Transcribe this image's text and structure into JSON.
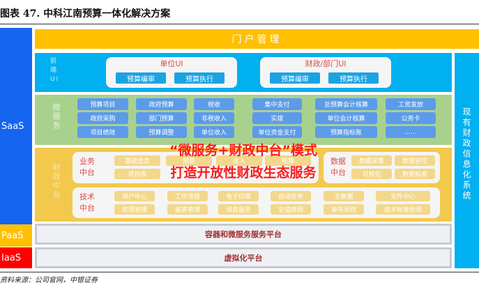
{
  "title": "图表 47. 中科江南预算一体化解决方案",
  "layers": {
    "saas": "SaaS",
    "paas": "PaaS",
    "iaas": "IaaS"
  },
  "colors": {
    "saas": "#1565f0",
    "paas": "#ffc000",
    "iaas": "#ff0000",
    "portal": "#ffc000",
    "frontend": "#00b0f0",
    "micro": "#a9d18e",
    "finance": "#f2c94c"
  },
  "portal": "门户管理",
  "frontend": {
    "label": "前端UI",
    "unit": {
      "title": "单位UI",
      "buttons": [
        "预算编审",
        "预算执行"
      ]
    },
    "finance": {
      "title": "财政/部门UI",
      "buttons": [
        "预算编审",
        "预算执行"
      ]
    }
  },
  "micro": {
    "label": "微服务",
    "rows": [
      [
        "预算项目",
        "政府预算",
        "税收",
        "集中支付",
        "总预算会计核算",
        "工资发放"
      ],
      [
        "政府采购",
        "部门预算",
        "非税收入",
        "实拨",
        "单位会计核算",
        "公务卡"
      ],
      [
        "项目绩效",
        "预算调整",
        "单位收入",
        "单位资金支付",
        "预算指标账",
        "……"
      ]
    ]
  },
  "center": {
    "label": "财政中台",
    "business": {
      "label": "业务中台",
      "row1": [
        "基础信息",
        "预算",
        "收入",
        "核算"
      ],
      "row2": [
        "项目库"
      ]
    },
    "data": {
      "label": "数据中台",
      "row1": [
        "数据采集",
        "数据管控"
      ],
      "row2": [
        "可视化",
        "数据标准"
      ]
    },
    "tech": {
      "label": "技术中台",
      "row1": [
        "用户中心",
        "工作流程",
        "电子印章",
        "自动任务",
        "主数据",
        "文件中心"
      ],
      "row2": [
        "权限管理",
        "报表管理",
        "消息服务",
        "定值规则",
        "单号规则",
        "技术标准检测"
      ]
    }
  },
  "overlay": {
    "line1": "“微服务+财政中台”模式",
    "line2": "打造开放性财政生态服务"
  },
  "paas_bar": "容器和微服务服务平台",
  "iaas_bar": "虚拟化平台",
  "right": "现有财政信息化系统",
  "source": "资料来源：公司官网，中银证券"
}
